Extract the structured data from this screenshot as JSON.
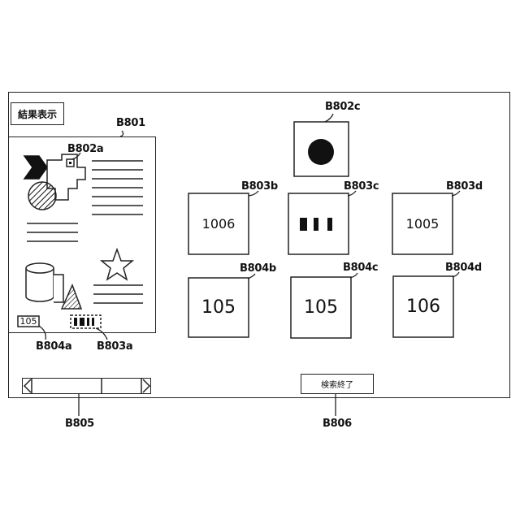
{
  "header": {
    "title": "結果表示"
  },
  "labels": {
    "doc": "B801",
    "region_a": "B802a",
    "region_c": "B802c",
    "num_b": "B803b",
    "num_c": "B803c",
    "num_d": "B803d",
    "res_b": "B804b",
    "res_c": "B804c",
    "res_d": "B804d",
    "res_a": "B804a",
    "bar_a": "B803a",
    "scroll": "B805",
    "end": "B806"
  },
  "document": {
    "number_tag": "105"
  },
  "results_top": [
    {
      "type": "number",
      "value": "1006"
    },
    {
      "type": "barcode",
      "value": ""
    },
    {
      "type": "number",
      "value": "1005"
    }
  ],
  "results_bottom": [
    {
      "value": "105"
    },
    {
      "value": "105"
    },
    {
      "value": "106"
    }
  ],
  "buttons": {
    "search_end": "検索終了"
  },
  "colors": {
    "line": "#222222",
    "background": "#ffffff"
  }
}
